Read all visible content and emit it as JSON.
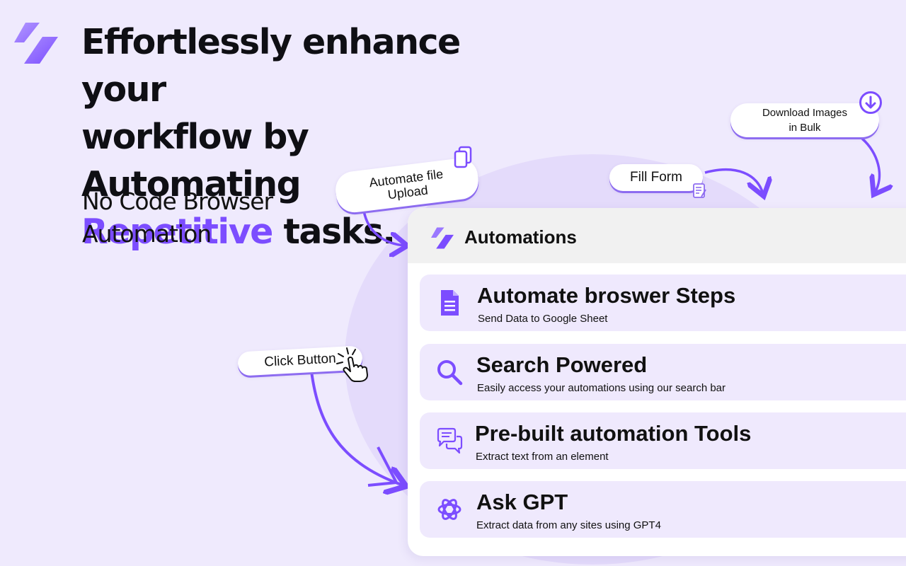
{
  "hero": {
    "line1": "Effortlessly enhance your",
    "line2": "workflow by Automating",
    "accent_word": "Repetitive",
    "line3_rest": " tasks.",
    "subtitle_line1": "No Code Browser",
    "subtitle_line2": "Automation"
  },
  "callouts": {
    "upload_line1": "Automate file",
    "upload_line2": "Upload",
    "fill_form": "Fill Form",
    "download_line1": "Download Images",
    "download_line2": "in Bulk",
    "click_button": "Click Button"
  },
  "panel": {
    "title": "Automations",
    "cards": [
      {
        "title": "Automate broswer Steps",
        "desc": "Send Data to Google Sheet",
        "icon": "document-icon"
      },
      {
        "title": "Search Powered",
        "desc": "Easily access your automations using our search bar",
        "icon": "search-icon"
      },
      {
        "title": "Pre-built automation Tools",
        "desc": "Extract text from an element",
        "icon": "chat-bubbles-icon"
      },
      {
        "title": "Ask GPT",
        "desc": "Extract data from any sites using GPT4",
        "icon": "openai-icon"
      }
    ]
  },
  "colors": {
    "accent": "#7c4dff",
    "background": "#efeafd",
    "card": "#efe9fd"
  }
}
